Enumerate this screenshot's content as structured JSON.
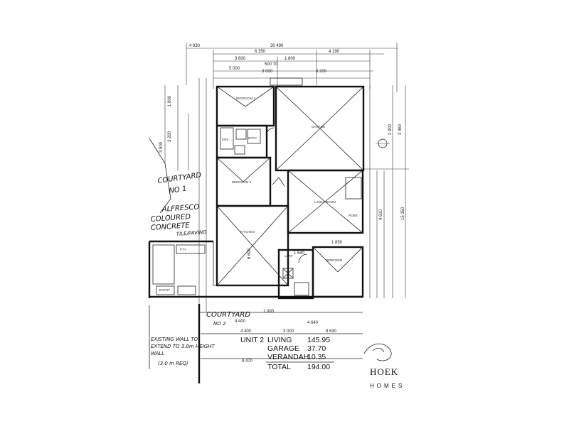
{
  "dimensions": {
    "top_overall": "30 490",
    "top_left": "4 930",
    "top_a": "6 350",
    "top_b": "4 190",
    "top_c": "3 600",
    "top_d": "1 800",
    "top_e": "500 70",
    "top_f": "5 000",
    "top_g": "3 000",
    "top_h": "8 200",
    "left_a": "1 800",
    "left_b": "3 200",
    "left_c": "3 900",
    "right_a": "2 900",
    "right_b": "3 460",
    "right_c": "4 610",
    "right_d": "15 350",
    "mid_a": "6 600",
    "mid_b": "1 640",
    "mid_c": "1 850",
    "bottom_a": "1 000",
    "bottom_b": "4 400",
    "bottom_c": "3 000",
    "bottom_d": "4 640",
    "bottom_e": "4 400",
    "bottom_f": "8 630",
    "bottom_g": "8 470"
  },
  "rooms": {
    "bed_top_left": "BEDROOM 2",
    "garage": "GARAGE",
    "bed_mid_left": "BEDROOM 3",
    "living": "LIVING ROOM",
    "kitchen": "KITCHEN",
    "bed_bottom_right": "BEDROOM",
    "ens": "ENS",
    "bath": "BATH",
    "ldry": "LDRY",
    "entry": "ENTRY",
    "robe": "ROBE",
    "pantry": "PTY"
  },
  "annotations": {
    "courtyard1_line1": "COURTYARD",
    "courtyard1_line2": "NO 1",
    "alfresco_1": "ALFRESCO",
    "alfresco_2": "COLOURED",
    "alfresco_3": "CONCRETE",
    "alfresco_4": "TILE/PAVING",
    "courtyard2_line1": "COURTYARD",
    "courtyard2_line2": "NO 2",
    "existing_1": "EXISTING WALL TO",
    "existing_2": "EXTEND TO 3.0m HEIGHT",
    "existing_3": "WALL",
    "existing_4": "(3.0 m REQ)"
  },
  "area_table": {
    "unit": "UNIT 2",
    "rows": [
      {
        "label": "LIVING",
        "value": "145.95"
      },
      {
        "label": "GARAGE",
        "value": "37.70"
      },
      {
        "label": "VERANDAH",
        "value": "10.35"
      },
      {
        "label": "TOTAL",
        "value": "194.00"
      }
    ]
  },
  "brand": {
    "name": "HOEK",
    "sub": "HOMES"
  }
}
